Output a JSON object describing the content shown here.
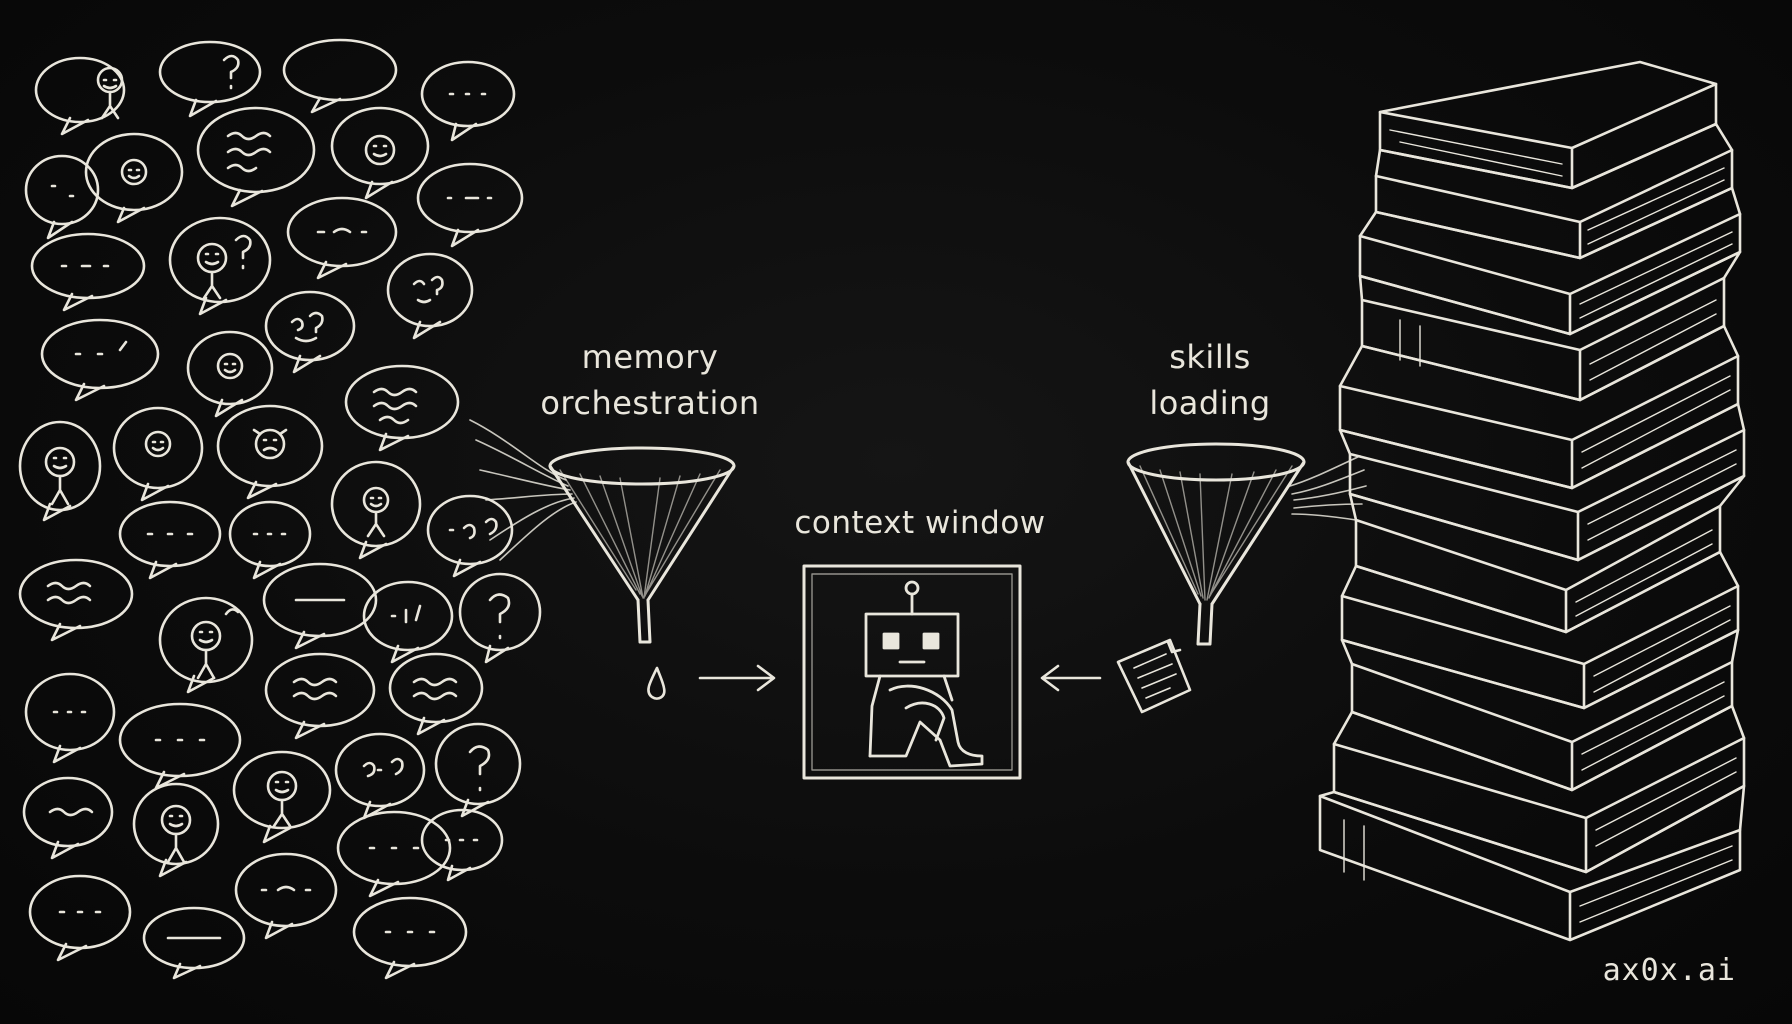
{
  "labels": {
    "memory_line1": "memory",
    "memory_line2": "orchestration",
    "skills_line1": "skills",
    "skills_line2": "loading",
    "context": "context window"
  },
  "watermark": "ax0x.ai",
  "colors": {
    "background": "#0b0b0b",
    "chalk": "#e9e6dc"
  },
  "icons": [
    "speech-bubble-icon",
    "funnel-icon",
    "drop-icon",
    "arrow-icon",
    "robot-icon",
    "document-icon",
    "book-stack-icon"
  ]
}
